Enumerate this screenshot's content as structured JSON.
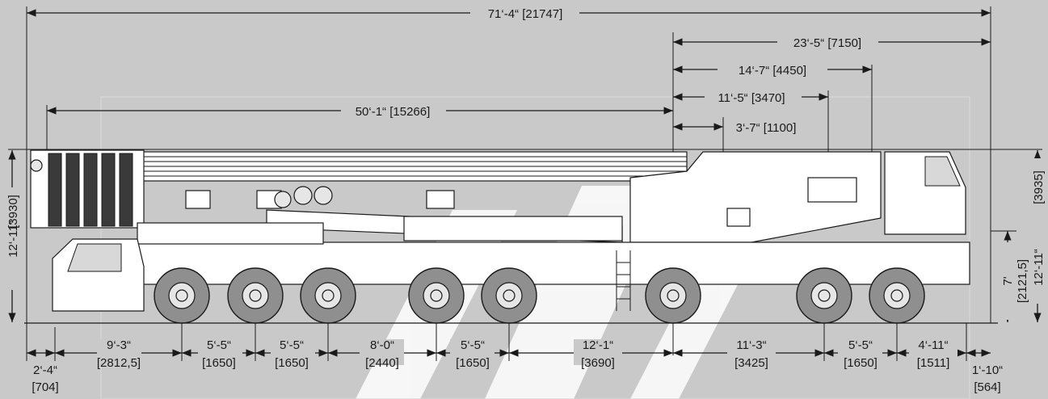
{
  "colors": {
    "background": "#c9c9c9",
    "ink": "#1a1a1a",
    "tyre": "#8f8f8f",
    "watermark": "#ffffff"
  },
  "top_dimensions": {
    "overall_length": "71‘-4“ [21747]",
    "boom_overhang": "50‘-1“ [15266]",
    "rear_1": "23‘-5“ [7150]",
    "rear_2": "14‘-7“ [4450]",
    "rear_3": "11‘-5“ [3470]",
    "rear_4": "3‘-7“ [1100]"
  },
  "side_dimensions": {
    "left_height_imperial": "12‘-11“",
    "left_height_metric": "[3930]",
    "right_height_imperial": "12‘-11“",
    "right_height_metric": "[3935]",
    "deck_height_imperial": "7'",
    "deck_height_metric": "[2121,5]"
  },
  "bottom_dimensions": [
    {
      "top": "2‘-4“",
      "bottom": "[704]"
    },
    {
      "top": "9‘-3“",
      "bottom": "[2812,5]"
    },
    {
      "top": "5‘-5“",
      "bottom": "[1650]"
    },
    {
      "top": "5‘-5“",
      "bottom": "[1650]"
    },
    {
      "top": "8‘-0“",
      "bottom": "[2440]"
    },
    {
      "top": "5‘-5“",
      "bottom": "[1650]"
    },
    {
      "top": "12‘-1“",
      "bottom": "[3690]"
    },
    {
      "top": "11‘-3“",
      "bottom": "[3425]"
    },
    {
      "top": "5‘-5“",
      "bottom": "[1650]"
    },
    {
      "top": "4‘-11“",
      "bottom": "[1511]"
    },
    {
      "top": "1‘-10“",
      "bottom": "[564]"
    }
  ]
}
